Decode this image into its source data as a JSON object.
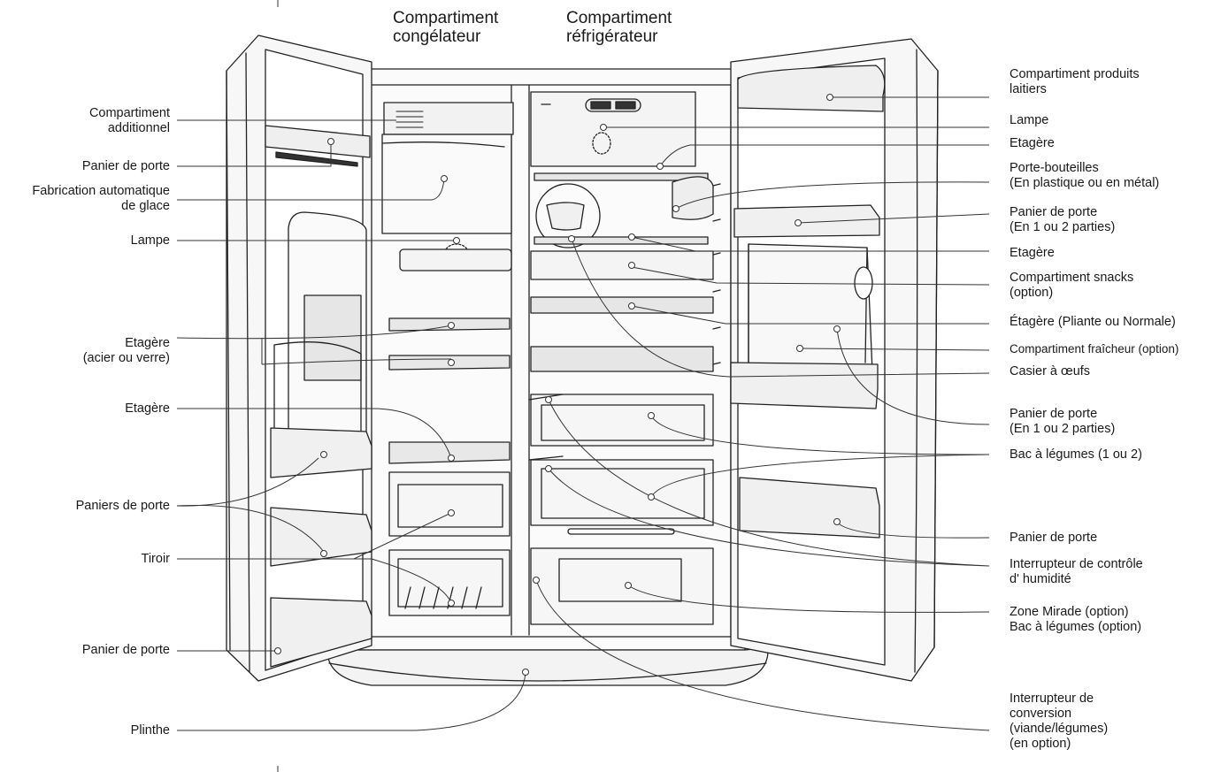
{
  "headers": {
    "freezer": "Compartiment\ncongélateur",
    "fridge": "Compartiment\nréfrigérateur"
  },
  "left_labels": [
    {
      "id": "extra",
      "text": "Compartiment\nadditionnel"
    },
    {
      "id": "door-basket-1",
      "text": "Panier de porte"
    },
    {
      "id": "ice-maker",
      "text": "Fabrication automatique\nde glace"
    },
    {
      "id": "lamp",
      "text": "Lampe"
    },
    {
      "id": "shelf-steel-glass",
      "text": "Etagère\n(acier ou verre)"
    },
    {
      "id": "shelf",
      "text": "Etagère"
    },
    {
      "id": "door-baskets",
      "text": "Paniers de porte"
    },
    {
      "id": "drawer",
      "text": "Tiroir"
    },
    {
      "id": "door-basket-2",
      "text": "Panier de porte"
    },
    {
      "id": "plinth",
      "text": "Plinthe"
    }
  ],
  "right_labels": [
    {
      "id": "dairy",
      "text": "Compartiment produits\nlaitiers"
    },
    {
      "id": "lamp",
      "text": "Lampe"
    },
    {
      "id": "shelf-1",
      "text": "Etagère"
    },
    {
      "id": "bottle-rack",
      "text": "Porte-bouteilles\n(En plastique ou en métal)"
    },
    {
      "id": "door-basket-a",
      "text": "Panier de porte\n(En 1 ou 2 parties)"
    },
    {
      "id": "shelf-2",
      "text": "Etagère"
    },
    {
      "id": "snacks",
      "text": "Compartiment snacks\n(option)"
    },
    {
      "id": "shelf-fold",
      "text": "Étagère (Pliante ou Normale)"
    },
    {
      "id": "fresh",
      "text": "Compartiment fraîcheur (option)"
    },
    {
      "id": "eggs",
      "text": "Casier à œufs"
    },
    {
      "id": "door-basket-b",
      "text": "Panier de porte\n(En 1 ou 2 parties)"
    },
    {
      "id": "crisper",
      "text": "Bac à légumes (1 ou 2)"
    },
    {
      "id": "door-basket-c",
      "text": "Panier de porte"
    },
    {
      "id": "humidity",
      "text": "Interrupteur de contrôle\nd' humidité"
    },
    {
      "id": "mirade",
      "text": "Zone Mirade (option)\nBac à légumes (option)"
    },
    {
      "id": "conversion",
      "text": "Interrupteur de\nconversion\n(viande/légumes)\n(en option)"
    }
  ]
}
